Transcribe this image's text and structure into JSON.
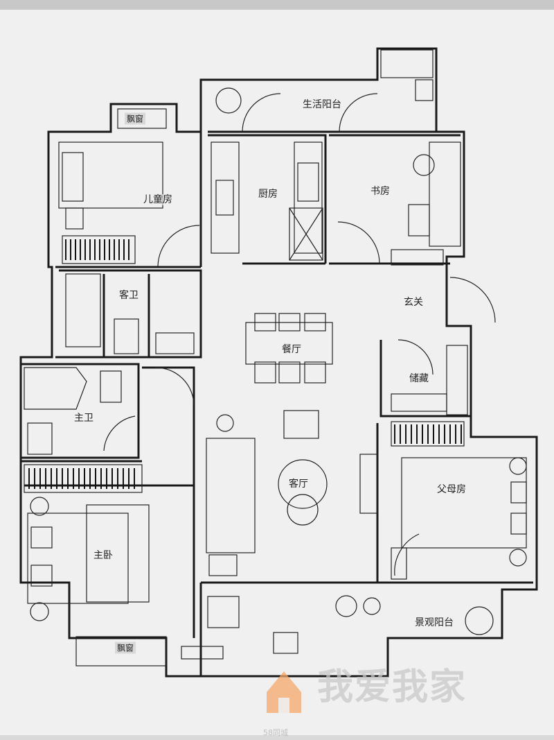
{
  "rooms": {
    "utility_balcony": "生活阳台",
    "bay_window_top": "飘窗",
    "kids_room": "儿童房",
    "kitchen": "厨房",
    "study": "书房",
    "guest_bath": "客卫",
    "foyer": "玄关",
    "dining": "餐厅",
    "storage": "储藏",
    "master_bath": "主卫",
    "living": "客厅",
    "parents_room": "父母房",
    "master_bedroom": "主卧",
    "bay_window_bottom": "飘窗",
    "view_balcony": "景观阳台"
  },
  "watermark": {
    "text": "我爱我家",
    "site_tag": "58同城"
  },
  "colors": {
    "wall": "#1a1a1a",
    "paper": "#f0f0f0",
    "frame": "#dcdcdc",
    "logo_orange": "#f5a86a"
  }
}
